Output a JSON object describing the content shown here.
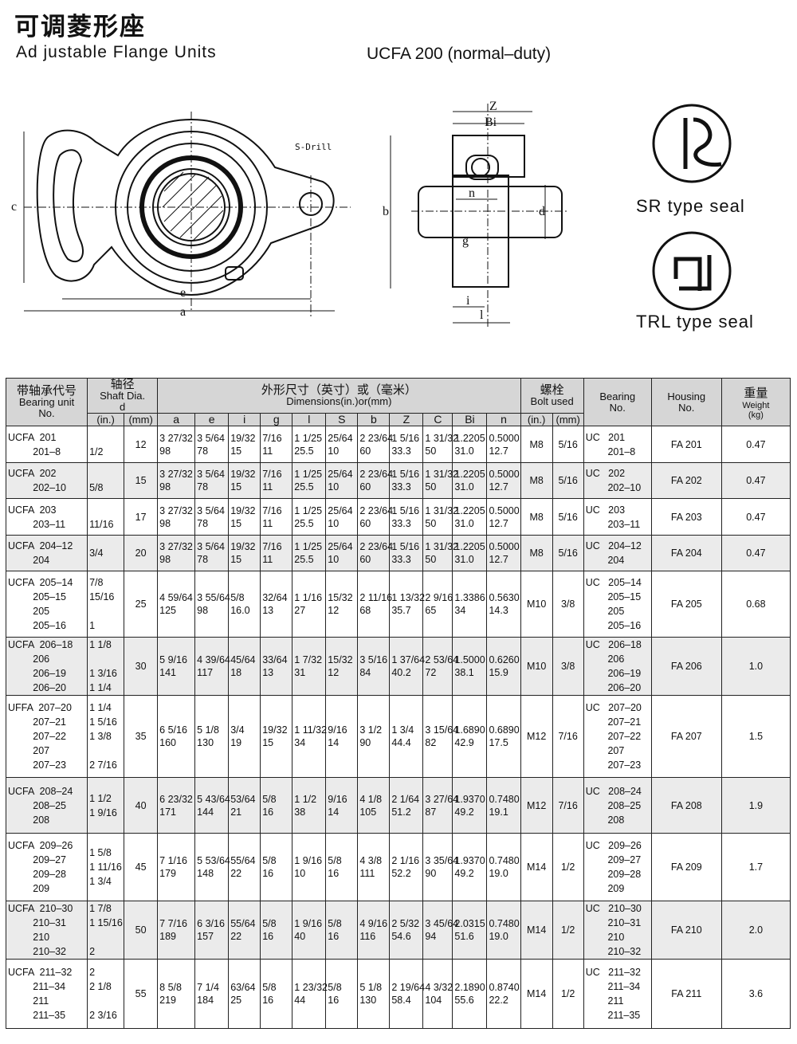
{
  "header": {
    "title_cn": "可调菱形座",
    "title_en": "Ad justable Flange Units",
    "model": "UCFA 200 (normal–duty)"
  },
  "diagram": {
    "labels": {
      "c": "c",
      "e": "e",
      "a": "a",
      "s_drill": "S-Drill",
      "z": "Z",
      "bi": "Bi",
      "n": "n",
      "b": "b",
      "d": "d",
      "g": "g",
      "i": "i",
      "l": "l"
    },
    "seal_sr": "SR type seal",
    "seal_trl": "TRL type seal"
  },
  "table": {
    "h_unit_cn": "带轴承代号",
    "h_unit_en": "Bearing unit",
    "h_unit_no": "No.",
    "h_shaft_cn": "轴径",
    "h_shaft_en": "Shaft Dia.",
    "h_shaft_d": "d",
    "h_in": "(in.)",
    "h_mm": "(mm)",
    "h_dim_cn": "外形尺寸（英寸）或（毫米）",
    "h_dim_en": "Dimensions(in.)or(mm)",
    "cols": [
      "a",
      "e",
      "i",
      "g",
      "l",
      "S",
      "b",
      "Z",
      "C",
      "Bi",
      "n"
    ],
    "h_bolt_cn": "螺栓",
    "h_bolt_en": "Bolt used",
    "h_bolt_in": "(in.)",
    "h_bolt_mm": "(mm)",
    "h_bearing": "Bearing\nNo.",
    "h_housing": "Housing\nNo.",
    "h_weight_cn": "重量",
    "h_weight_en": "Weight",
    "h_weight_unit": "(kg)",
    "rows": [
      {
        "unit": "UCFA  201\n         201–8",
        "in": "\n1/2",
        "mm": "12",
        "dims": [
          "3 27/32\n98",
          "3 5/64\n78",
          "19/32\n15",
          "7/16\n11",
          "1 1/25\n25.5",
          "25/64\n10",
          "2 23/64\n60",
          "1 5/16\n33.3",
          "1 31/32\n50",
          "1.2205\n31.0",
          "0.5000\n12.7"
        ],
        "bolt_in": "M8",
        "bolt_mm": "5/16",
        "bearing": "UC   201\n        201–8",
        "housing": "FA 201",
        "weight": "0.47"
      },
      {
        "unit": "UCFA  202\n         202–10",
        "in": "\n5/8",
        "mm": "15",
        "dims": [
          "3 27/32\n98",
          "3 5/64\n78",
          "19/32\n15",
          "7/16\n11",
          "1 1/25\n25.5",
          "25/64\n10",
          "2 23/64\n60",
          "1 5/16\n33.3",
          "1 31/32\n50",
          "1.2205\n31.0",
          "0.5000\n12.7"
        ],
        "bolt_in": "M8",
        "bolt_mm": "5/16",
        "bearing": "UC   202\n        202–10",
        "housing": "FA 202",
        "weight": "0.47"
      },
      {
        "unit": "UCFA  203\n         203–11",
        "in": "\n11/16",
        "mm": "17",
        "dims": [
          "3 27/32\n98",
          "3 5/64\n78",
          "19/32\n15",
          "7/16\n11",
          "1 1/25\n25.5",
          "25/64\n10",
          "2 23/64\n60",
          "1 5/16\n33.3",
          "1 31/32\n50",
          "1.2205\n31.0",
          "0.5000\n12.7"
        ],
        "bolt_in": "M8",
        "bolt_mm": "5/16",
        "bearing": "UC   203\n        203–11",
        "housing": "FA 203",
        "weight": "0.47"
      },
      {
        "unit": "UCFA  204–12\n         204",
        "in": "3/4\n",
        "mm": "20",
        "dims": [
          "3 27/32\n98",
          "3 5/64\n78",
          "19/32\n15",
          "7/16\n11",
          "1 1/25\n25.5",
          "25/64\n10",
          "2 23/64\n60",
          "1 5/16\n33.3",
          "1 31/32\n50",
          "1.2205\n31.0",
          "0.5000\n12.7"
        ],
        "bolt_in": "M8",
        "bolt_mm": "5/16",
        "bearing": "UC   204–12\n        204",
        "housing": "FA 204",
        "weight": "0.47"
      },
      {
        "unit": "UCFA  205–14\n         205–15\n         205\n         205–16",
        "in": "7/8\n15/16\n\n1",
        "mm": "25",
        "dims": [
          "4 59/64\n125",
          "3 55/64\n98",
          "5/8\n16.0",
          "32/64\n13",
          "1 1/16\n27",
          "15/32\n12",
          "2 11/16\n68",
          "1 13/32\n35.7",
          "2 9/16\n65",
          "1.3386\n34",
          "0.5630\n14.3"
        ],
        "bolt_in": "M10",
        "bolt_mm": "3/8",
        "bearing": "UC   205–14\n        205–15\n        205\n        205–16",
        "housing": "FA 205",
        "weight": "0.68"
      },
      {
        "unit": "UCFA  206–18\n         206\n         206–19\n         206–20",
        "in": "1 1/8\n\n1 3/16\n1 1/4",
        "mm": "30",
        "dims": [
          "5 9/16\n141",
          "4 39/64\n117",
          "45/64\n18",
          "33/64\n13",
          "1 7/32\n31",
          "15/32\n12",
          "3 5/16\n84",
          "1 37/64\n40.2",
          "2 53/64\n72",
          "1.5000\n38.1",
          "0.6260\n15.9"
        ],
        "bolt_in": "M10",
        "bolt_mm": "3/8",
        "bearing": "UC   206–18\n        206\n        206–19\n        206–20",
        "housing": "FA 206",
        "weight": "1.0"
      },
      {
        "unit": "UFFA  207–20\n         207–21\n         207–22\n         207\n         207–23",
        "in": "1 1/4\n1 5/16\n1 3/8\n\n2 7/16",
        "mm": "35",
        "dims": [
          "6 5/16\n160",
          "5 1/8\n130",
          "3/4\n19",
          "19/32\n15",
          "1 11/32\n34",
          "9/16\n14",
          "3 1/2\n90",
          "1 3/4\n44.4",
          "3 15/64\n82",
          "1.6890\n42.9",
          "0.6890\n17.5"
        ],
        "bolt_in": "M12",
        "bolt_mm": "7/16",
        "bearing": "UC   207–20\n        207–21\n        207–22\n        207\n        207–23",
        "housing": "FA 207",
        "weight": "1.5"
      },
      {
        "unit": "UCFA  208–24\n         208–25\n         208",
        "in": "1 1/2\n1 9/16\n",
        "mm": "40",
        "dims": [
          "6 23/32\n171",
          "5 43/64\n144",
          "53/64\n21",
          "5/8\n16",
          "1 1/2\n38",
          "9/16\n14",
          "4 1/8\n105",
          "2 1/64\n51.2",
          "3 27/64\n87",
          "1.9370\n49.2",
          "0.7480\n19.1"
        ],
        "bolt_in": "M12",
        "bolt_mm": "7/16",
        "bearing": "UC   208–24\n        208–25\n        208",
        "housing": "FA 208",
        "weight": "1.9"
      },
      {
        "unit": "UCFA  209–26\n         209–27\n         209–28\n         209",
        "in": "1 5/8\n1 11/16\n1 3/4\n",
        "mm": "45",
        "dims": [
          "7 1/16\n179",
          "5 53/64\n148",
          "55/64\n22",
          "5/8\n16",
          "1 9/16\n10",
          "5/8\n16",
          "4 3/8\n111",
          "2 1/16\n52.2",
          "3 35/64\n90",
          "1.9370\n49.2",
          "0.7480\n19.0"
        ],
        "bolt_in": "M14",
        "bolt_mm": "1/2",
        "bearing": "UC   209–26\n        209–27\n        209–28\n        209",
        "housing": "FA 209",
        "weight": "1.7"
      },
      {
        "unit": "UCFA  210–30\n         210–31\n         210\n         210–32",
        "in": "1 7/8\n1 15/16\n\n2",
        "mm": "50",
        "dims": [
          "7 7/16\n189",
          "6 3/16\n157",
          "55/64\n22",
          "5/8\n16",
          "1 9/16\n40",
          "5/8\n16",
          "4 9/16\n116",
          "2 5/32\n54.6",
          "3 45/64\n94",
          "2.0315\n51.6",
          "0.7480\n19.0"
        ],
        "bolt_in": "M14",
        "bolt_mm": "1/2",
        "bearing": "UC   210–30\n        210–31\n        210\n        210–32",
        "housing": "FA 210",
        "weight": "2.0"
      },
      {
        "unit": "UCFA  211–32\n         211–34\n         211\n         211–35",
        "in": "2\n2 1/8\n\n2 3/16",
        "mm": "55",
        "dims": [
          "8 5/8\n219",
          "7 1/4\n184",
          "63/64\n25",
          "5/8\n16",
          "1 23/32\n44",
          "5/8\n16",
          "5 1/8\n130",
          "2 19/64\n58.4",
          "4 3/32\n104",
          "2.1890\n55.6",
          "0.8740\n22.2"
        ],
        "bolt_in": "M14",
        "bolt_mm": "1/2",
        "bearing": "UC   211–32\n        211–34\n        211\n        211–35",
        "housing": "FA 211",
        "weight": "3.6"
      }
    ]
  }
}
